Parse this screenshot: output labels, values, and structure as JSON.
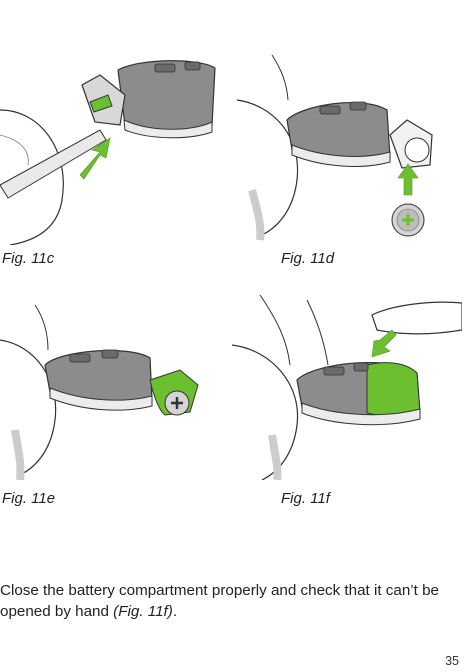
{
  "figures": [
    {
      "caption": "Fig. 11c"
    },
    {
      "caption": "Fig. 11d"
    },
    {
      "caption": "Fig. 11e"
    },
    {
      "caption": "Fig. 11f"
    }
  ],
  "body": {
    "text": "Close the battery compartment properly and check that it can’t be opened by hand ",
    "reference": "(Fig. 11f)",
    "end": "."
  },
  "page_number": "35",
  "colors": {
    "accent_green": "#6cbf2f",
    "device_gray": "#8a8a8a",
    "outline": "#333333"
  }
}
